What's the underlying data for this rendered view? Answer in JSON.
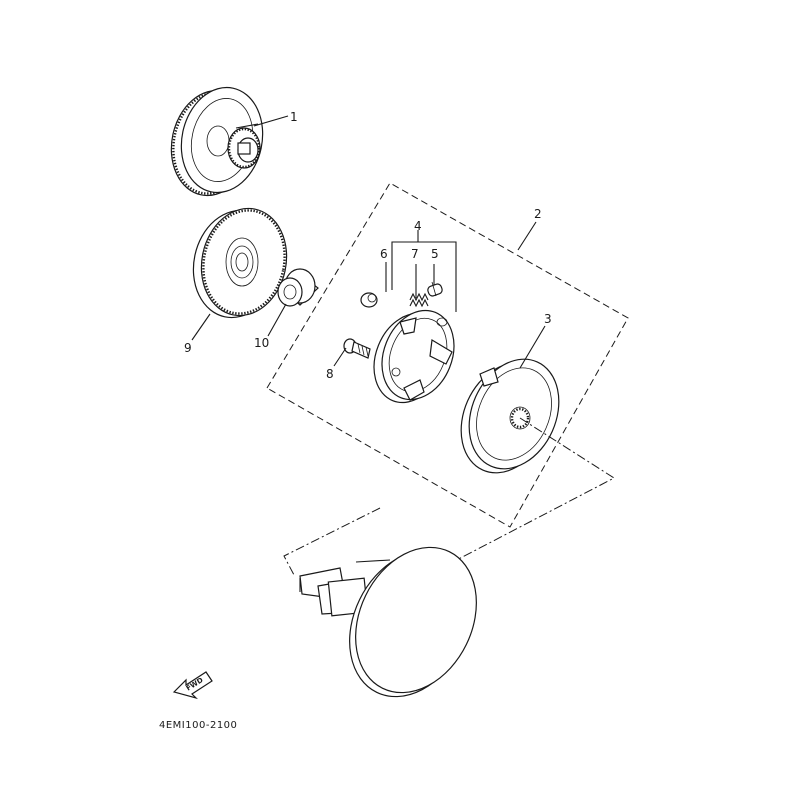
{
  "diagram": {
    "part_labels": {
      "p1": "1",
      "p2": "2",
      "p3": "3",
      "p4": "4",
      "p5": "5",
      "p6": "6",
      "p7": "7",
      "p8": "8",
      "p9": "9",
      "p10": "10"
    },
    "fwd_label": "FWD",
    "diagram_code": "4EMI100-2100"
  }
}
